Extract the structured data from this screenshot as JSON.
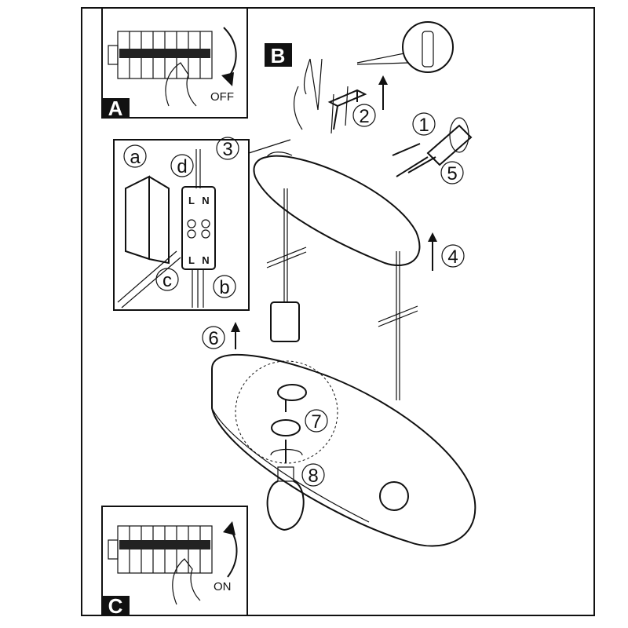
{
  "panels": {
    "a": {
      "label": "A",
      "action": "OFF"
    },
    "b": {
      "label": "B"
    },
    "c": {
      "label": "C",
      "action": "ON"
    }
  },
  "steps": [
    "1",
    "2",
    "3",
    "4",
    "5",
    "6",
    "7",
    "8"
  ],
  "inset": {
    "letters": [
      "a",
      "b",
      "c",
      "d"
    ],
    "terminal_top": [
      "L",
      "N"
    ],
    "terminal_bottom": [
      "L",
      "N"
    ]
  }
}
